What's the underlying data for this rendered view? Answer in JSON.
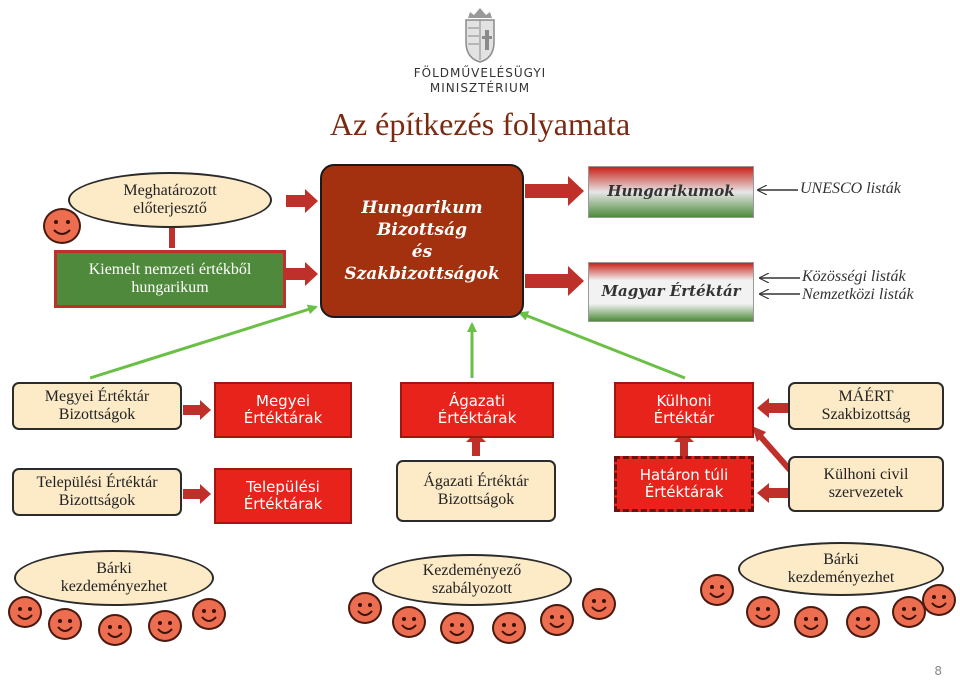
{
  "header": {
    "ministry_line1": "FÖLDMŰVELÉSÜGYI",
    "ministry_line2": "MINISZTÉRIUM",
    "title": "Az építkezés folyamata"
  },
  "top": {
    "proposer": [
      "Meghatározott",
      "előterjesztő"
    ],
    "highlighted": [
      "Kiemelt nemzeti értékből",
      "hungarikum"
    ],
    "committee": [
      "Hungarikum",
      "Bizottság",
      "és",
      "Szakbizottságok"
    ],
    "hungarikumok": "Hungarikumok",
    "magyar_ertektar": "Magyar Értéktár",
    "unesco": "UNESCO listák",
    "lists": [
      "Közösségi listák",
      "Nemzetközi listák"
    ]
  },
  "row1": {
    "megyei_bizottsagok": [
      "Megyei Értéktár",
      "Bizottságok"
    ],
    "megyei_ertektarak": [
      "Megyei",
      "Értéktárak"
    ],
    "agazati_ertektarak": [
      "Ágazati",
      "Értéktárak"
    ],
    "kulhoni_ertektar": [
      "Külhoni",
      "Értéktár"
    ],
    "maert": [
      "MÁÉRT",
      "Szakbizottság"
    ]
  },
  "row2": {
    "telepulesi_bizottsagok": [
      "Települési Értéktár",
      "Bizottságok"
    ],
    "telepulesi_ertektarak": [
      "Települési",
      "Értéktárak"
    ],
    "agazati_bizottsagok": [
      "Ágazati Értéktár",
      "Bizottságok"
    ],
    "hataron_tuli": [
      "Határon túli",
      "Értéktárak"
    ],
    "kulhoni_civil": [
      "Külhoni civil",
      "szervezetek"
    ]
  },
  "bottom": {
    "barki_left": [
      "Bárki",
      "kezdeményezhet"
    ],
    "kezdemenyezo": [
      "Kezdeményező",
      "szabályozott"
    ],
    "barki_right": [
      "Bárki",
      "kezdeményezhet"
    ]
  },
  "footer": {
    "page_number": "8"
  },
  "colors": {
    "dark_red": "#a3300f",
    "red": "#e7231c",
    "green_box": "#4f8a3c",
    "beige": "#fdebc8",
    "arrow_green": "#6abf45",
    "arrow_red": "#c0302a",
    "smiley": "#ec6d4f",
    "title": "#7a2a10"
  }
}
